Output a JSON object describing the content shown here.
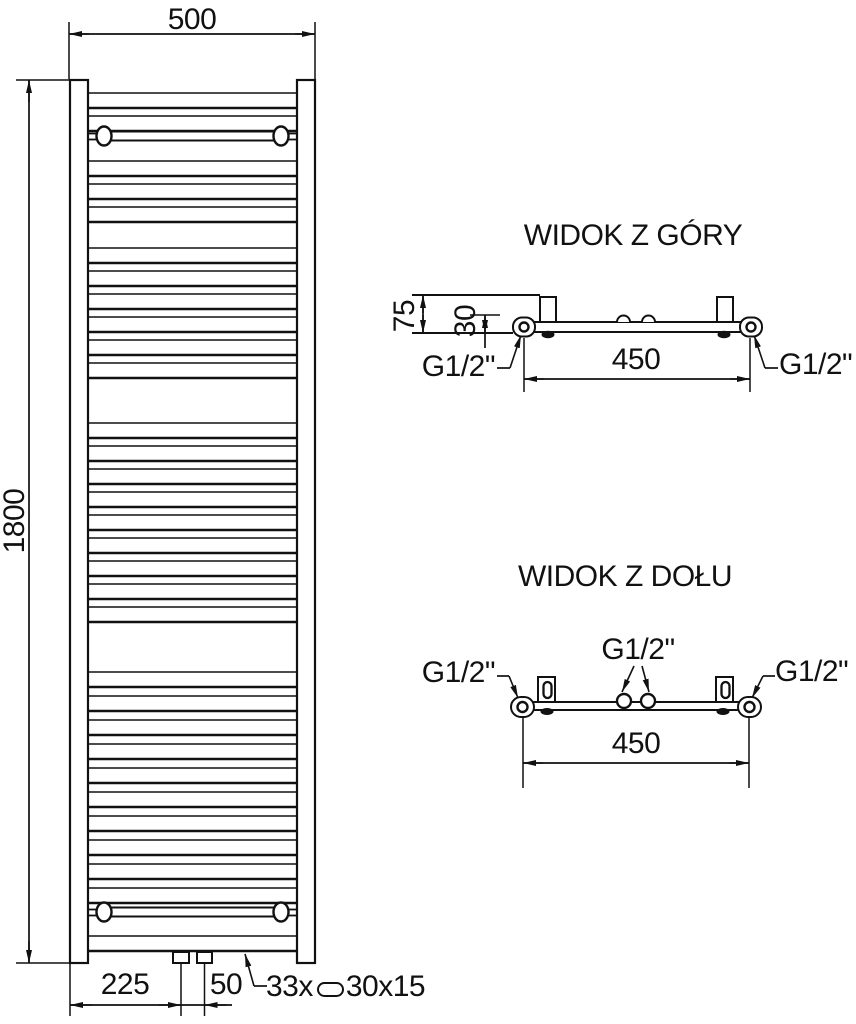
{
  "front_view": {
    "width_mm": "500",
    "height_mm": "1800",
    "bottom_offset_mm": "225",
    "bottom_spacing_mm": "50",
    "rung_count": "33x",
    "rung_profile": "30x15"
  },
  "top_view": {
    "title": "WIDOK Z GÓRY",
    "depth_mm": "75",
    "tube_mm": "30",
    "spacing_mm": "450",
    "thread_left": "G1/2\"",
    "thread_right": "G1/2\""
  },
  "bottom_view": {
    "title": "WIDOK Z DOŁU",
    "spacing_mm": "450",
    "thread_left": "G1/2\"",
    "thread_center": "G1/2\"",
    "thread_right": "G1/2\""
  },
  "colors": {
    "line": "#111111",
    "background": "#ffffff"
  }
}
